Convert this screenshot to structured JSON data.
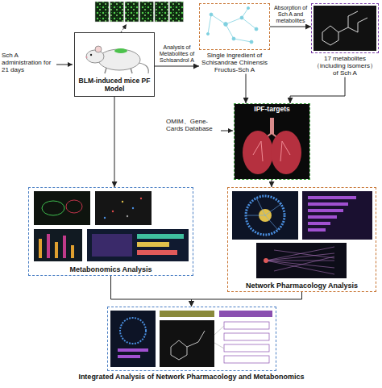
{
  "diagram": {
    "nodes": [
      {
        "text": [
          "BLM-induced mice PF Model"
        ]
      },
      {
        "text": [
          "Single ingredient of Schisandrae Chinensis Fructus-Sch A"
        ]
      },
      {
        "text": [
          "17 metabolites（including isomers）of Sch A"
        ]
      },
      {
        "text": [
          "IPF-targets"
        ]
      },
      {
        "text": [
          "Metabonomics Analysis"
        ]
      },
      {
        "text": [
          "Network Pharmacology Analysis"
        ]
      },
      {
        "text": [
          "Integrated Analysis of Network Pharmacology and Metabonomics"
        ]
      }
    ],
    "edges": [
      {
        "from": 0,
        "to": 1,
        "label": "Analysis of Metabolites of Schisandrol A",
        "arrow": "to"
      },
      {
        "from": 1,
        "to": 2,
        "label": "Absorption of Sch A and metabolites",
        "arrow": "to"
      },
      {
        "from": 1,
        "to": 3,
        "arrow": "to"
      },
      {
        "from": 2,
        "to": 3,
        "arrow": "to"
      },
      {
        "from": 3,
        "to": 5,
        "arrow": "to"
      },
      {
        "from": 0,
        "to": 4,
        "arrow": "to"
      },
      {
        "from": 4,
        "to": 6,
        "arrow": "to"
      },
      {
        "from": 5,
        "to": 6,
        "arrow": "to"
      }
    ],
    "labels": [
      "Sch A administration for 21 days",
      "OMIM、Gene-Cards Database"
    ]
  }
}
